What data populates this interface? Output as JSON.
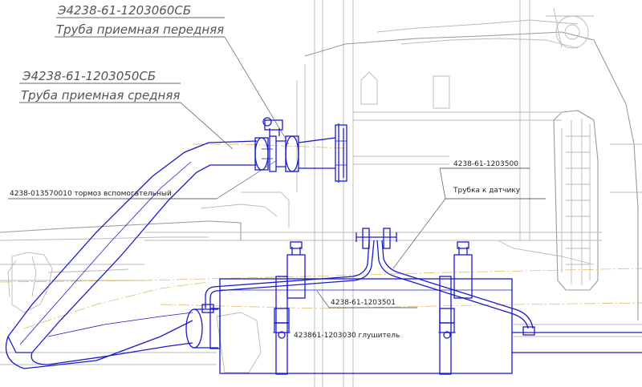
{
  "labels": {
    "front_pipe_code": "Э4238-61-1203060СБ",
    "front_pipe_name": "Труба приемная передняя",
    "middle_pipe_code": "Э4238-61-1203050СБ",
    "middle_pipe_name": "Труба приемная средняя",
    "brake": "4238-013570010 тормоз вспомогательный",
    "sensor_code": "4238-61-1203500",
    "sensor_name": "Трубка к датчику",
    "part_1203501": "4238-61-1203501",
    "muffler": "423861-1203030 глушитель"
  },
  "colors": {
    "part_lines": "#1a1acc",
    "background_lines": "#b8b8b8",
    "centerline": "#d8b45a",
    "text": "#222222"
  }
}
